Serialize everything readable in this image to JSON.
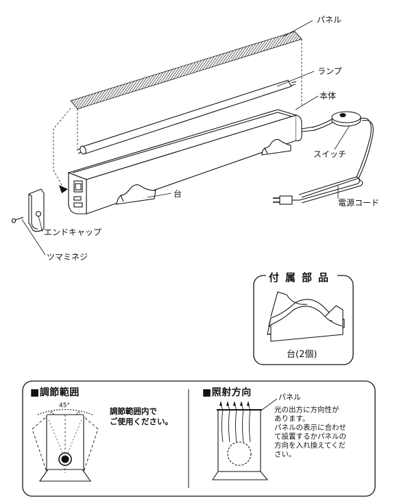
{
  "labels": {
    "panel": "パネル",
    "lamp": "ランプ",
    "body": "本体",
    "switch": "スイッチ",
    "power_cord": "電源コード",
    "stand": "台",
    "end_cap": "エンドキャップ",
    "knob_screw": "ツマミネジ"
  },
  "accessories": {
    "title": "付属部品",
    "caption": "台(2個)"
  },
  "adjust": {
    "title": "■調節範囲",
    "angle": "45°",
    "note_line1": "調節範囲内で",
    "note_line2": "ご使用ください。"
  },
  "direction": {
    "title": "■照射方向",
    "panel_label": "パネル",
    "note": [
      "光の出方に方向性が",
      "あります。",
      "パネルの表示に合わせ",
      "て設置するかパネルの",
      "方向を入れ換えてくだ",
      "さい。"
    ]
  }
}
